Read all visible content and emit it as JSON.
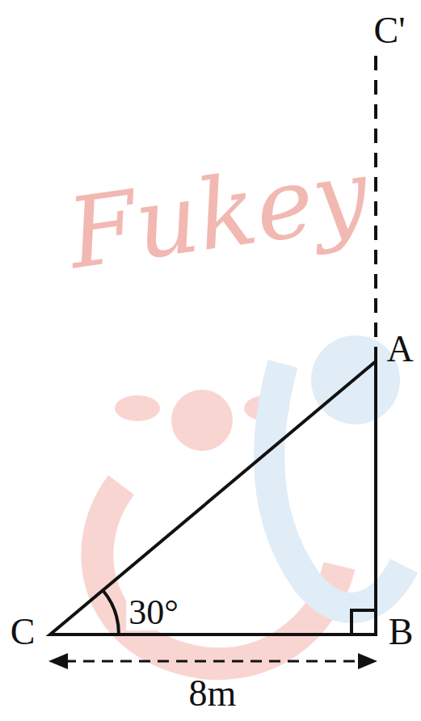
{
  "diagram": {
    "labels": [
      "Fukey",
      "C'",
      "A",
      "30°",
      "C",
      "B",
      "8m"
    ]
  }
}
